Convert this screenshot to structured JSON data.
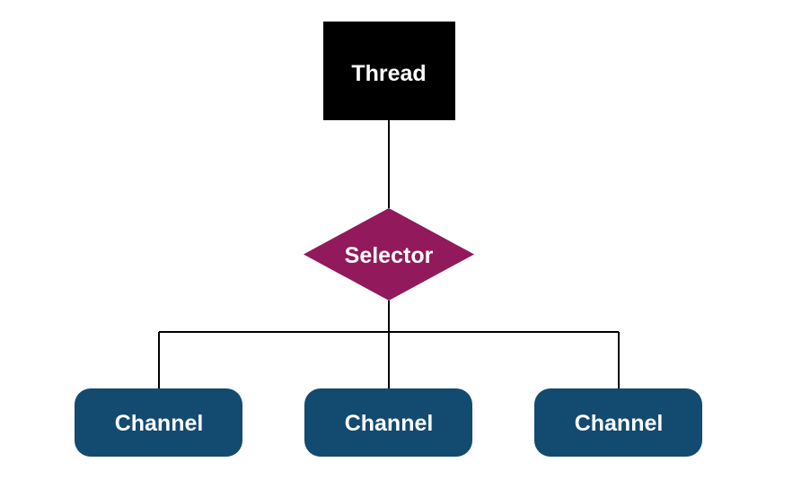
{
  "diagram": {
    "background_color": "#ffffff",
    "connector_color": "#000000",
    "nodes": {
      "thread": {
        "label": "Thread",
        "shape": "rectangle",
        "fill": "#000000",
        "text_color": "#ffffff"
      },
      "selector": {
        "label": "Selector",
        "shape": "diamond",
        "fill": "#92195B",
        "text_color": "#ffffff"
      },
      "channel_fill": "#124A70",
      "channel_text_color": "#ffffff",
      "channels": [
        {
          "label": "Channel"
        },
        {
          "label": "Channel"
        },
        {
          "label": "Channel"
        }
      ]
    }
  }
}
